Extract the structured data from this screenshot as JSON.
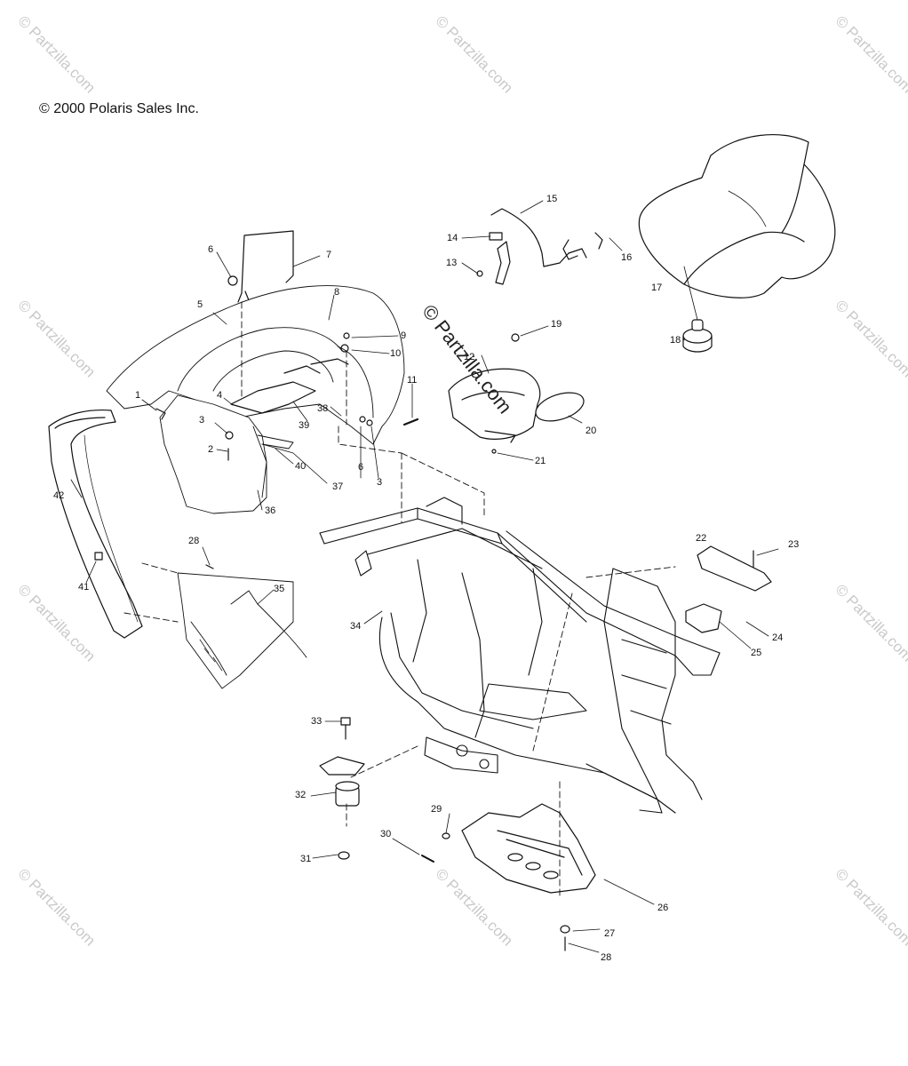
{
  "copyright": "© 2000 Polaris Sales Inc.",
  "watermark_text": "© Partzilla.com",
  "center_watermark": "© Partzilla.com",
  "watermark_color": "#c9c9c9",
  "callouts": [
    {
      "id": "c1",
      "text": "1"
    },
    {
      "id": "c2",
      "text": "2"
    },
    {
      "id": "c3a",
      "text": "3"
    },
    {
      "id": "c3b",
      "text": "3"
    },
    {
      "id": "c4",
      "text": "4"
    },
    {
      "id": "c5",
      "text": "5"
    },
    {
      "id": "c6a",
      "text": "6"
    },
    {
      "id": "c6b",
      "text": "6"
    },
    {
      "id": "c7",
      "text": "7"
    },
    {
      "id": "c8",
      "text": "8"
    },
    {
      "id": "c9",
      "text": "9"
    },
    {
      "id": "c10",
      "text": "10"
    },
    {
      "id": "c11",
      "text": "11"
    },
    {
      "id": "c12",
      "text": "12"
    },
    {
      "id": "c13",
      "text": "13"
    },
    {
      "id": "c14",
      "text": "14"
    },
    {
      "id": "c15",
      "text": "15"
    },
    {
      "id": "c16",
      "text": "16"
    },
    {
      "id": "c17",
      "text": "17"
    },
    {
      "id": "c18",
      "text": "18"
    },
    {
      "id": "c19",
      "text": "19"
    },
    {
      "id": "c20",
      "text": "20"
    },
    {
      "id": "c21",
      "text": "21"
    },
    {
      "id": "c22",
      "text": "22"
    },
    {
      "id": "c23",
      "text": "23"
    },
    {
      "id": "c24",
      "text": "24"
    },
    {
      "id": "c25",
      "text": "25"
    },
    {
      "id": "c26",
      "text": "26"
    },
    {
      "id": "c27",
      "text": "27"
    },
    {
      "id": "c28a",
      "text": "28"
    },
    {
      "id": "c28b",
      "text": "28"
    },
    {
      "id": "c29",
      "text": "29"
    },
    {
      "id": "c30",
      "text": "30"
    },
    {
      "id": "c31",
      "text": "31"
    },
    {
      "id": "c32",
      "text": "32"
    },
    {
      "id": "c33",
      "text": "33"
    },
    {
      "id": "c34",
      "text": "34"
    },
    {
      "id": "c35",
      "text": "35"
    },
    {
      "id": "c36",
      "text": "36"
    },
    {
      "id": "c37",
      "text": "37"
    },
    {
      "id": "c38",
      "text": "38"
    },
    {
      "id": "c39",
      "text": "39"
    },
    {
      "id": "c40",
      "text": "40"
    },
    {
      "id": "c41",
      "text": "41"
    },
    {
      "id": "c42",
      "text": "42"
    }
  ]
}
